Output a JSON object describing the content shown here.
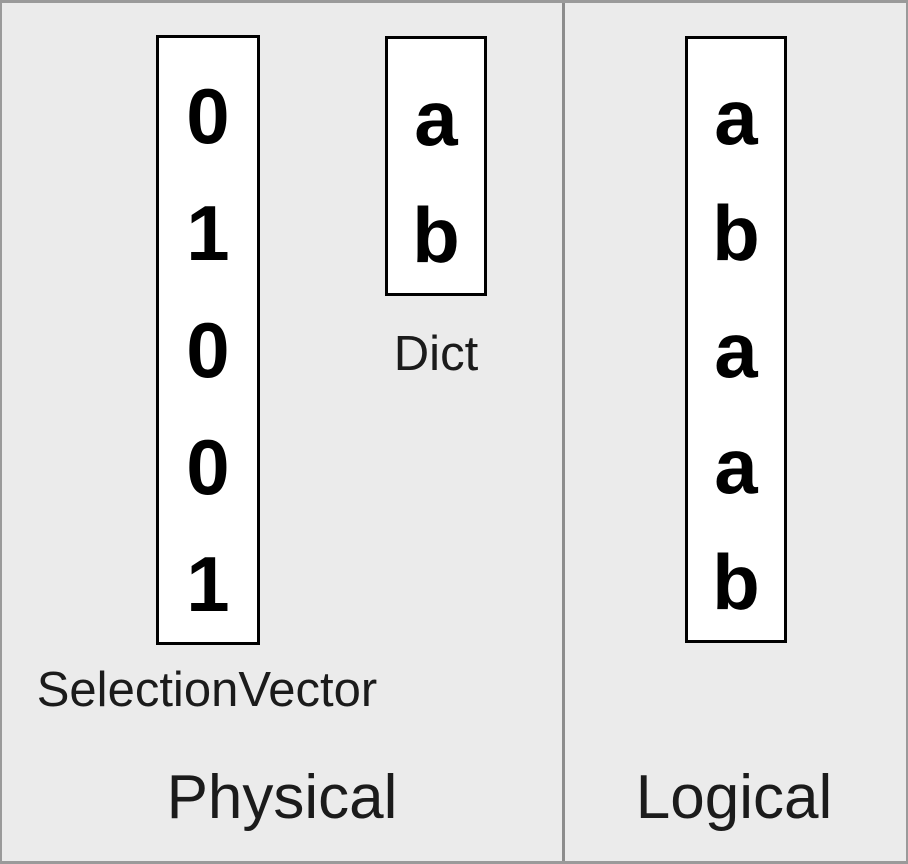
{
  "colors": {
    "background": "#ebebeb",
    "frame_border": "#9a9a9a",
    "panel_divider": "#8c8c8c",
    "box_background": "#ffffff",
    "box_border": "#000000",
    "text": "#1b1b1b"
  },
  "physical": {
    "label": "Physical",
    "selection_vector": {
      "label": "SelectionVector",
      "values": [
        "0",
        "1",
        "0",
        "0",
        "1"
      ]
    },
    "dict": {
      "label": "Dict",
      "values": [
        "a",
        "b"
      ]
    }
  },
  "logical": {
    "label": "Logical",
    "values": [
      "a",
      "b",
      "a",
      "a",
      "b"
    ]
  }
}
